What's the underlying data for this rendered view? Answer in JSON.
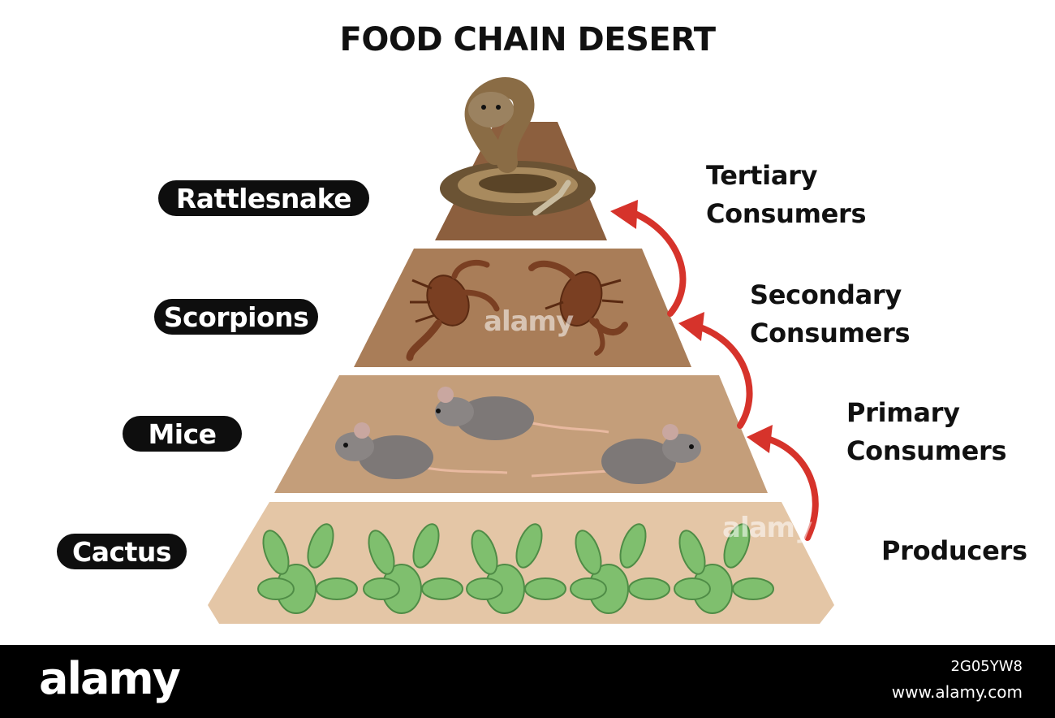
{
  "title": "FOOD CHAIN DESERT",
  "organisms": {
    "rattlesnake": "Rattlesnake",
    "scorpions": "Scorpions",
    "mice": "Mice",
    "cactus": "Cactus"
  },
  "levels": {
    "tertiary": [
      "Tertiary",
      "Consumers"
    ],
    "secondary": [
      "Secondary",
      "Consumers"
    ],
    "primary": [
      "Primary",
      "Consumers"
    ],
    "producers": "Producers"
  },
  "colors": {
    "tier_top": "#8c5f3e",
    "tier_scorpions": "#a97d58",
    "tier_mice": "#c49e7a",
    "tier_cactus": "#e4c6a6",
    "arrow": "#d6332b",
    "pill": "#0e0e0e"
  },
  "watermark": {
    "brand": "alamy",
    "image_id": "2G05YW8",
    "site": "www.alamy.com"
  }
}
